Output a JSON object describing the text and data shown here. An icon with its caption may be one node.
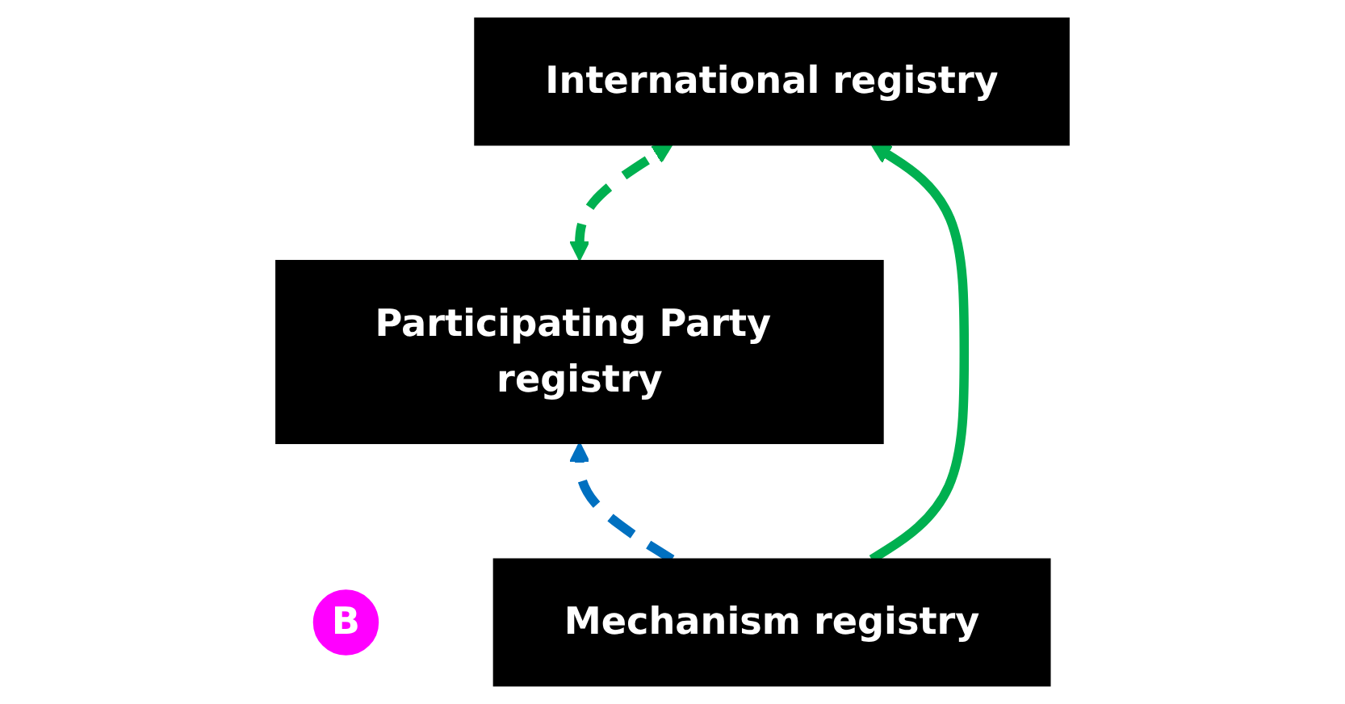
{
  "diagram": {
    "nodes": [
      {
        "text": [
          "B"
        ]
      },
      {
        "text": [
          "Participating Party registry"
        ]
      },
      {
        "text": [
          "International registry"
        ]
      },
      {
        "text": [
          "Mechanism registry"
        ]
      }
    ],
    "edges": [
      {
        "from": 1,
        "to": 2,
        "arrow": "both",
        "style": "dashed",
        "color": "#00b050"
      },
      {
        "from": 3,
        "to": 1,
        "arrow": "to",
        "style": "dashed",
        "color": "#0070c0"
      },
      {
        "from": 3,
        "to": 2,
        "arrow": "to",
        "color": "#00b050"
      }
    ]
  }
}
